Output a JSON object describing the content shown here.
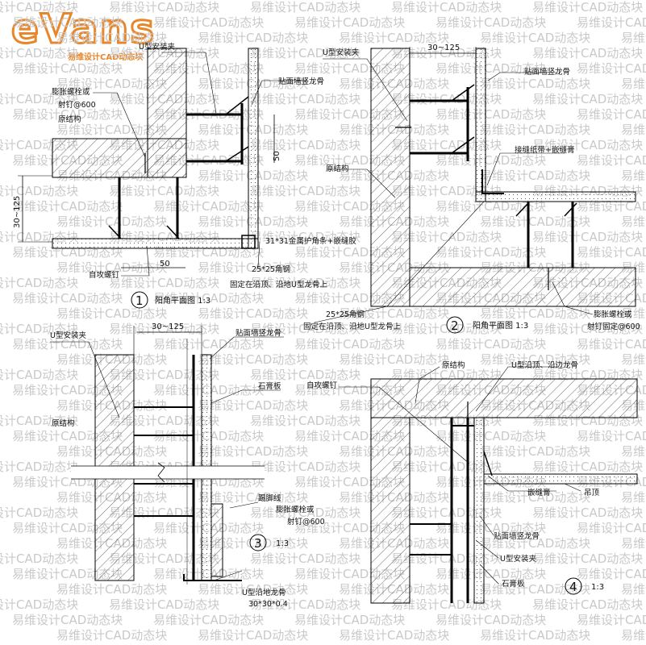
{
  "logo": {
    "text": "eVans",
    "subtitle": "易维设计CAD动态块"
  },
  "watermark": "易维设计CAD动态块",
  "detail1": {
    "number": "1",
    "caption": "阳角平面图 1:3",
    "labels": {
      "u_clip": "U型安装夹",
      "stud": "贴面墙竖龙骨",
      "anchor": "膨胀螺栓或",
      "anchor2": "射钉@600",
      "structure": "原结构",
      "screw": "自攻螺钉",
      "corner": "31*31金属护角条+嵌缝胶",
      "angle": "25*25角钢",
      "angle_note": "固定在沿顶、沿地U型龙骨上"
    },
    "dims": {
      "gap": "30~125",
      "h50": "50",
      "w50": "50"
    }
  },
  "detail2": {
    "number": "2",
    "caption": "阳角平面图 1:3",
    "labels": {
      "u_clip": "U型安装夹",
      "stud": "贴面墙竖龙骨",
      "tape": "接缝纸带+嵌缝膏",
      "structure": "原结构",
      "angle": "25*25角钢",
      "angle_note": "固定在沿顶、沿地U型龙骨上",
      "anchor": "膨胀螺栓或",
      "anchor2": "射钉固定@600"
    },
    "dims": {
      "gap": "30~125"
    }
  },
  "detail3": {
    "number": "3",
    "caption": "1:3",
    "labels": {
      "u_clip": "U型安装夹",
      "stud": "贴面墙竖龙骨",
      "board": "石膏板",
      "structure": "原结构",
      "skirting": "踢脚线",
      "anchor": "膨胀螺栓或",
      "anchor2": "射钉@600",
      "track": "U型沿地龙骨",
      "track_size": "30*30*0.4"
    },
    "dims": {
      "gap": "30~125"
    }
  },
  "detail4": {
    "number": "4",
    "caption": "1:3",
    "labels": {
      "structure": "原结构",
      "track": "U型沿顶、沿边龙骨",
      "screw": "自攻螺钉",
      "filler": "嵌缝膏",
      "ceiling": "吊顶",
      "stud": "贴面墙竖龙骨",
      "u_clip": "U型安装夹",
      "board": "石膏板"
    }
  }
}
